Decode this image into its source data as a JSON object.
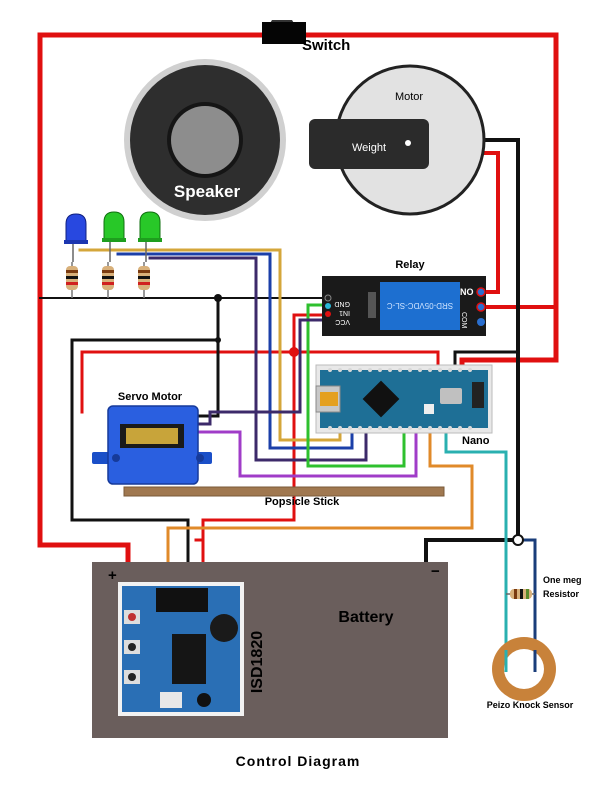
{
  "labels": {
    "switch": "Switch",
    "speaker": "Speaker",
    "motor": "Motor",
    "weight": "Weight",
    "relay": "Relay",
    "relay_no": "NO",
    "relay_com": "COM",
    "relay_gnd": "GND",
    "relay_in1": "IN1",
    "relay_vcc": "VCC",
    "relay_chip": "SRD-05VDC-SL-C",
    "servo": "Servo Motor",
    "nano": "Nano",
    "popsicle": "Popsicle Stick",
    "battery": "Battery",
    "battery_plus": "+",
    "battery_minus": "−",
    "isd": "ISD1820",
    "resistor_line1": "One meg",
    "resistor_line2": "Resistor",
    "piezo": "Peizo Knock Sensor",
    "footer": "Control Diagram"
  },
  "colors": {
    "power": "#e01010",
    "ground": "#111111",
    "signal_yellow": "#d4a63a",
    "signal_blue": "#1b3fa8",
    "signal_purple": "#a03cc8",
    "signal_dark_purple": "#3c2a6a",
    "signal_green": "#2ec02e",
    "signal_orange": "#e08a2a",
    "signal_teal": "#2ab0b0",
    "battery_fill": "#6a5e5c",
    "pcb_blue": "#2a6fb5",
    "stick": "#a07850"
  },
  "leds": [
    "blue-led",
    "green-led",
    "green-led"
  ]
}
